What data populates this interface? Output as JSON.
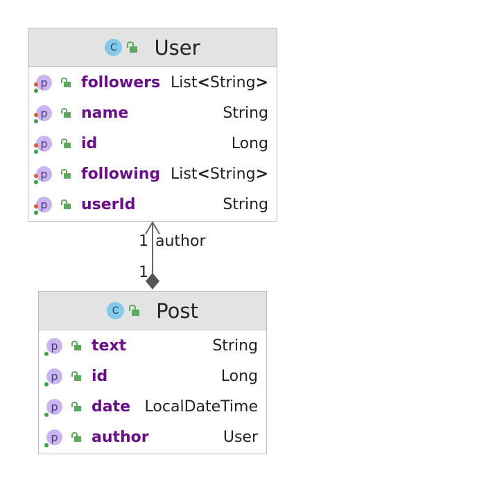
{
  "classes": [
    {
      "kind": "C",
      "name": "User",
      "fields": [
        {
          "name": "followers",
          "type_pre": "List",
          "type_bold1": "<",
          "type_mid": "String",
          "type_bold2": ">"
        },
        {
          "name": "name",
          "type_pre": "String"
        },
        {
          "name": "id",
          "type_pre": "Long"
        },
        {
          "name": "following",
          "type_pre": "List",
          "type_bold1": "<",
          "type_mid": "String",
          "type_bold2": ">"
        },
        {
          "name": "userId",
          "type_pre": "String"
        }
      ]
    },
    {
      "kind": "C",
      "name": "Post",
      "fields": [
        {
          "name": "text",
          "type_pre": "String"
        },
        {
          "name": "id",
          "type_pre": "Long"
        },
        {
          "name": "date",
          "type_pre": "LocalDateTime"
        },
        {
          "name": "author",
          "type_pre": "User"
        }
      ]
    }
  ],
  "association": {
    "user_multiplicity": "1",
    "role": "author",
    "post_multiplicity": "1"
  },
  "field_kind": "p",
  "colors": {
    "header": "#e3e3e3",
    "field_name": "#6a0f8a",
    "class_badge": "#84c9e9",
    "field_badge": "#c9b6f0",
    "visibility": "#5ca85c"
  }
}
